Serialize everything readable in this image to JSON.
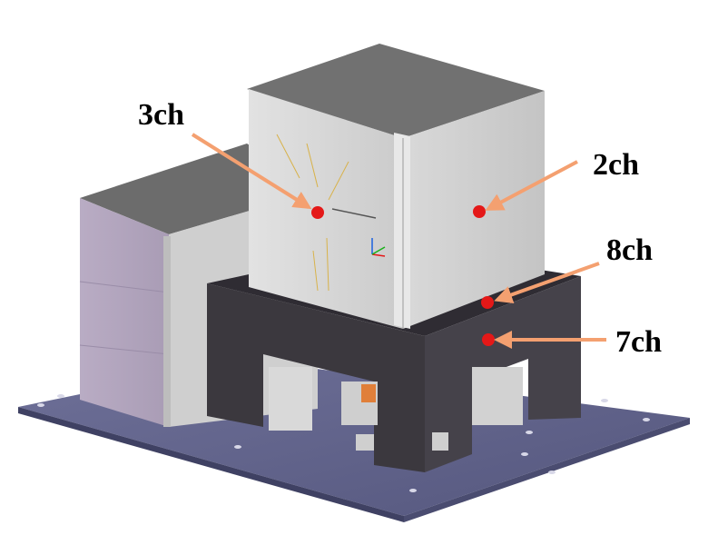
{
  "colors": {
    "background": "#ffffff",
    "base_plate": "#60628a",
    "dark_stand": "#3b383e",
    "aluminium": "#d4d4d4",
    "purple_panel": "#b3a6be",
    "arrow": "#f4a070",
    "marker": "#e41818"
  },
  "labels": {
    "ch3": "3ch",
    "ch2": "2ch",
    "ch8": "8ch",
    "ch7": "7ch"
  }
}
